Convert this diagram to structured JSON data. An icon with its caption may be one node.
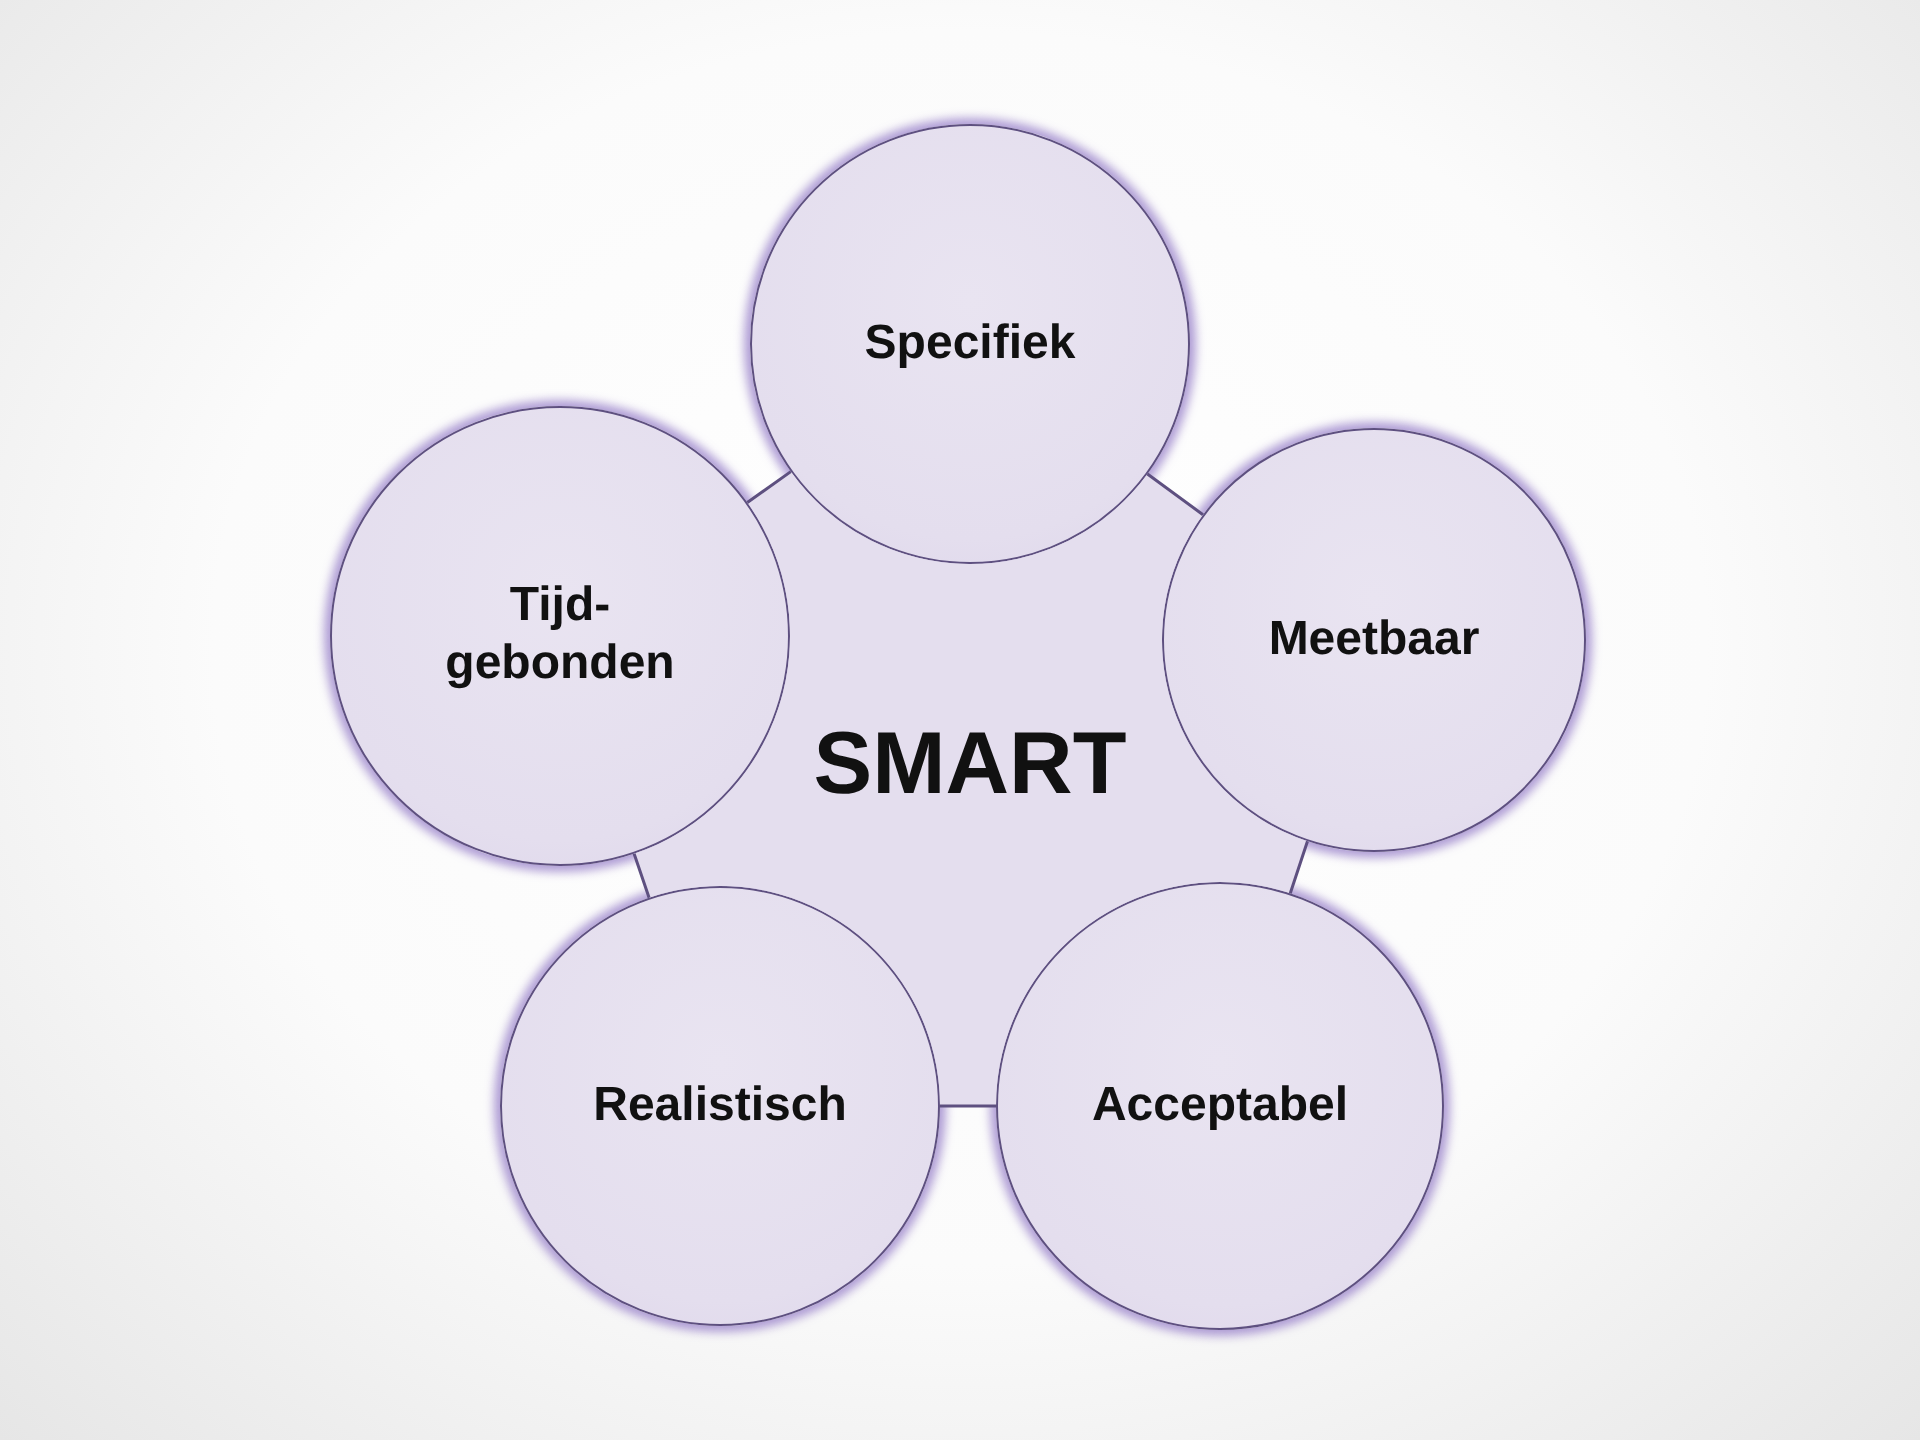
{
  "diagram": {
    "nodes": [
      {
        "text": [
          "SMART"
        ]
      },
      {
        "text": [
          "Specifiek"
        ]
      },
      {
        "text": [
          "Meetbaar"
        ]
      },
      {
        "text": [
          "Acceptabel"
        ]
      },
      {
        "text": [
          "Realistisch"
        ]
      },
      {
        "text": [
          "Tijd- gebonden"
        ]
      }
    ]
  }
}
